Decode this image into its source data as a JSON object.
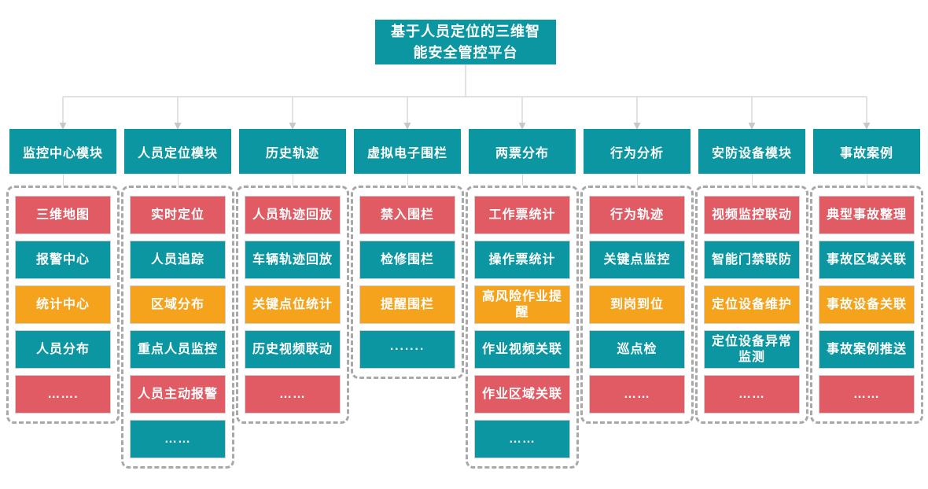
{
  "palette": {
    "teal": "#0b96a2",
    "red": "#e15b64",
    "orange": "#f5a21d",
    "connector": "#d9d9d9",
    "arrow": "#c8c8c8",
    "dashed": "#a8a8a8"
  },
  "title": {
    "text": "基于人员定位的三维智\n能安全管控平台"
  },
  "modules": [
    {
      "label": "监控中心模块",
      "items": [
        {
          "label": "三维地图",
          "color": "red"
        },
        {
          "label": "报警中心",
          "color": "teal"
        },
        {
          "label": "统计中心",
          "color": "orange"
        },
        {
          "label": "人员分布",
          "color": "teal"
        },
        {
          "label": "…….",
          "color": "red"
        }
      ]
    },
    {
      "label": "人员定位模块",
      "items": [
        {
          "label": "实时定位",
          "color": "red"
        },
        {
          "label": "人员追踪",
          "color": "teal"
        },
        {
          "label": "区域分布",
          "color": "orange"
        },
        {
          "label": "重点人员监控",
          "color": "teal"
        },
        {
          "label": "人员主动报警",
          "color": "red"
        },
        {
          "label": "……",
          "color": "teal"
        }
      ]
    },
    {
      "label": "历史轨迹",
      "items": [
        {
          "label": "人员轨迹回放",
          "color": "red"
        },
        {
          "label": "车辆轨迹回放",
          "color": "teal"
        },
        {
          "label": "关键点位统计",
          "color": "orange"
        },
        {
          "label": "历史视频联动",
          "color": "teal"
        },
        {
          "label": "……",
          "color": "red"
        }
      ]
    },
    {
      "label": "虚拟电子围栏",
      "items": [
        {
          "label": "禁入围栏",
          "color": "red"
        },
        {
          "label": "检修围栏",
          "color": "teal"
        },
        {
          "label": "提醒围栏",
          "color": "orange"
        },
        {
          "label": "·······",
          "color": "teal"
        }
      ]
    },
    {
      "label": "两票分布",
      "items": [
        {
          "label": "工作票统计",
          "color": "red"
        },
        {
          "label": "操作票统计",
          "color": "teal"
        },
        {
          "label": "高风险作业提\n醒",
          "color": "orange"
        },
        {
          "label": "作业视频关联",
          "color": "teal"
        },
        {
          "label": "作业区域关联",
          "color": "red"
        },
        {
          "label": "……",
          "color": "teal"
        }
      ]
    },
    {
      "label": "行为分析",
      "items": [
        {
          "label": "行为轨迹",
          "color": "red"
        },
        {
          "label": "关键点监控",
          "color": "teal"
        },
        {
          "label": "到岗到位",
          "color": "orange"
        },
        {
          "label": "巡点检",
          "color": "teal"
        },
        {
          "label": "……",
          "color": "red"
        }
      ]
    },
    {
      "label": "安防设备模块",
      "items": [
        {
          "label": "视频监控联动",
          "color": "red"
        },
        {
          "label": "智能门禁联防",
          "color": "teal"
        },
        {
          "label": "定位设备维护",
          "color": "orange"
        },
        {
          "label": "定位设备异常\n监测",
          "color": "teal"
        },
        {
          "label": "……",
          "color": "red"
        }
      ]
    },
    {
      "label": "事故案例",
      "items": [
        {
          "label": "典型事故整理",
          "color": "red"
        },
        {
          "label": "事故区域关联",
          "color": "teal"
        },
        {
          "label": "事故设备关联",
          "color": "orange"
        },
        {
          "label": "事故案例推送",
          "color": "teal"
        },
        {
          "label": "……",
          "color": "red"
        }
      ]
    }
  ]
}
